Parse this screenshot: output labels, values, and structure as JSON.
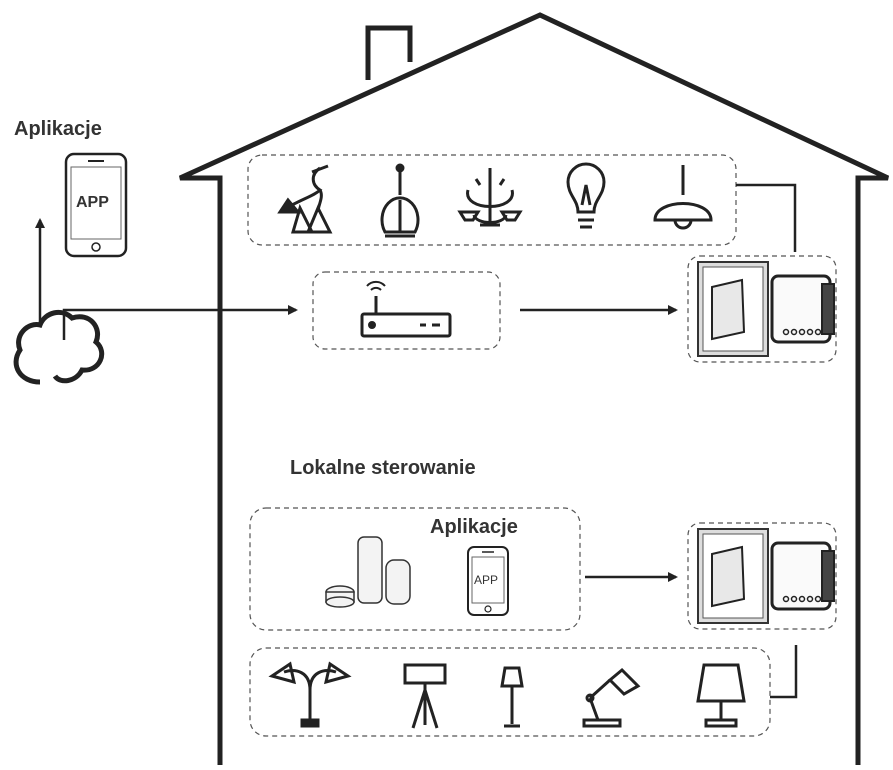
{
  "labels": {
    "app_top": "Aplikacje",
    "local_control": "Lokalne sterowanie",
    "app_bottom": "Aplikacje",
    "phone_top_text": "APP",
    "phone_bottom_text": "APP"
  },
  "icons": {
    "cloud": "cloud-icon",
    "router": "router-icon",
    "phone": "smartphone-icon",
    "smart_speakers": "smart-speaker-icon",
    "switch_module": "wall-switch-with-relay-module-icon",
    "ceiling_lights": [
      "chandelier-icon",
      "pendant-globe-lamp-icon",
      "candle-chandelier-icon",
      "light-bulb-icon",
      "pendant-lamp-icon"
    ],
    "floor_lamps": [
      "double-arc-floor-lamp-icon",
      "tripod-floor-lamp-icon",
      "small-floor-lamp-icon",
      "desk-lamp-icon",
      "table-lamp-icon"
    ]
  },
  "colors": {
    "line": "#222222",
    "dash": "#555555",
    "text": "#333333"
  }
}
